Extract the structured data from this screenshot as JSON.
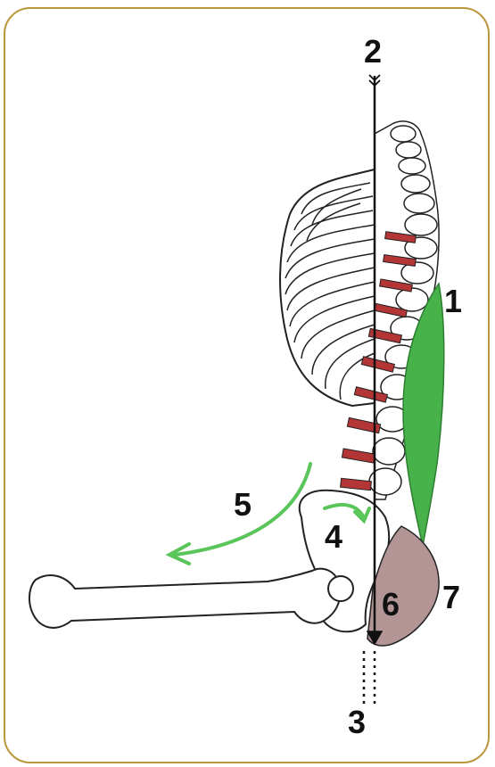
{
  "labels": {
    "l1": "1",
    "l2": "2",
    "l3": "3",
    "l4": "4",
    "l5": "5",
    "l6": "6",
    "l7": "7"
  },
  "colors": {
    "frame": "#b9963a",
    "muscle_green": "#47b24a",
    "disc_red": "#b33535",
    "gluteal_mauve": "#b39596",
    "arrow_green": "#5ac55a",
    "ink": "#111111"
  }
}
